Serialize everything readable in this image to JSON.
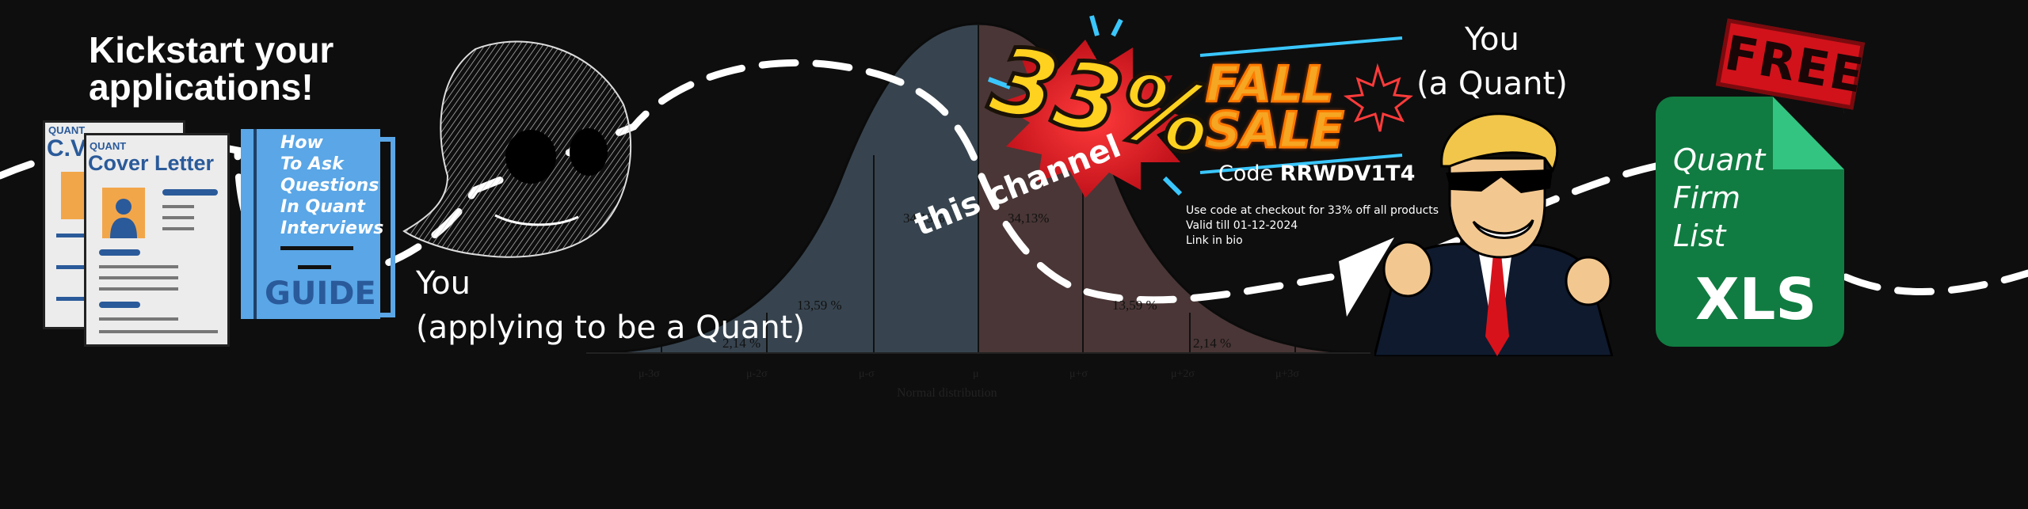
{
  "headline": {
    "line1": "Kickstart your",
    "line2": "applications!"
  },
  "cv_doc": {
    "tag": "QUANT",
    "title": "C.V."
  },
  "cover_letter_doc": {
    "tag": "QUANT",
    "title": "Cover Letter"
  },
  "guide": {
    "lines": [
      "How",
      "To Ask",
      "Questions",
      "In Quant",
      "Interviews"
    ],
    "label": "GUIDE"
  },
  "you_applicant": {
    "line1": "You",
    "line2": "(applying to be a Quant)"
  },
  "bell_curve": {
    "percent_labels": [
      "2,14 %",
      "13,59 %",
      "34,13%",
      "34,13%",
      "13,59 %",
      "2,14 %"
    ],
    "tick_labels": [
      "μ-3σ",
      "μ-2σ",
      "μ-σ",
      "μ",
      "μ+σ",
      "μ+2σ",
      "μ+3σ"
    ],
    "axis_label": "Normal distribution"
  },
  "promo": {
    "percent": "33%",
    "title_line1": "FALL",
    "title_line2": "SALE",
    "code_prefix": "Code",
    "code": "RRWDV1T4",
    "details": [
      "Use code at checkout for 33% off all products",
      "Valid till 01-12-2024",
      "Link in bio"
    ]
  },
  "channel_text": "this channel",
  "you_quant": {
    "line1": "You",
    "line2": "(a Quant)"
  },
  "firm_list": {
    "lines": [
      "Quant",
      "Firm",
      "List"
    ],
    "format": "XLS",
    "stamp": "FREE"
  },
  "colors": {
    "background": "#0e0e0e",
    "doc_blue": "#2a5a9a",
    "guide_blue": "#5aa6e6",
    "xls_green": "#107c41",
    "stamp_red": "#d1121b",
    "sale_orange": "#f5a623",
    "neon_blue": "#3ac7ff",
    "burst_yellow": "#ffd21f"
  },
  "icons": [
    "leaf-icon",
    "arrow-icon",
    "person-icon"
  ]
}
